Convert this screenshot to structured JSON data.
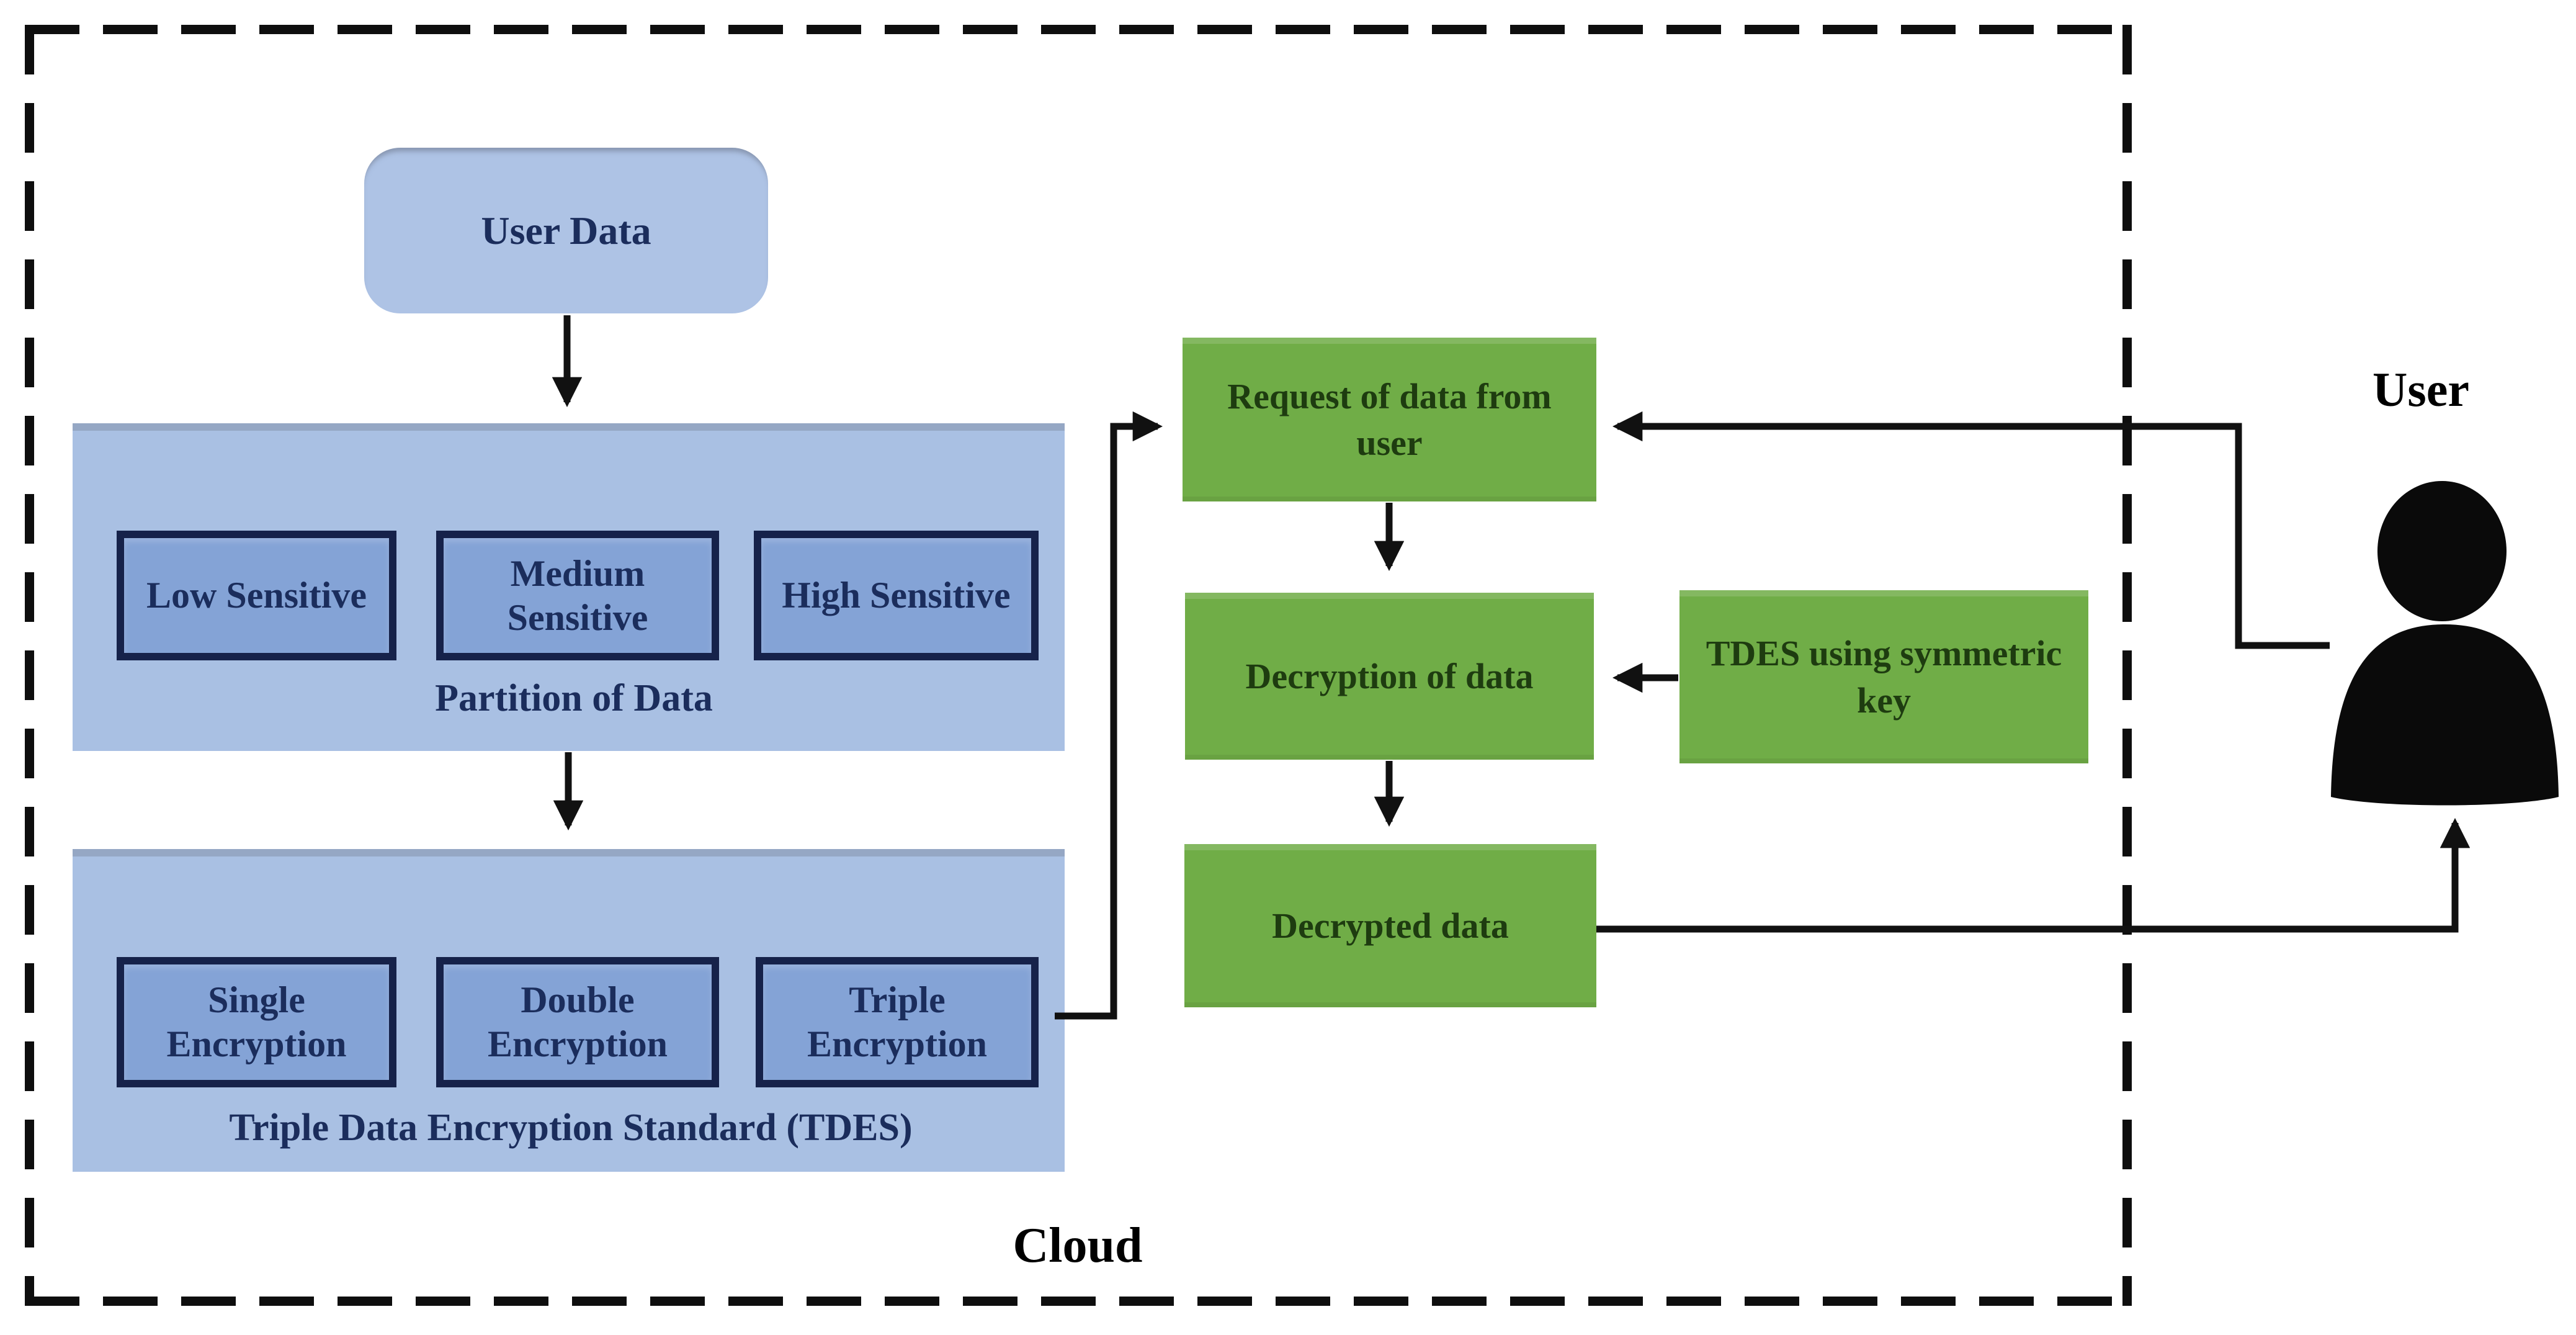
{
  "labels": {
    "cloud": "Cloud",
    "user": "User"
  },
  "nodes": {
    "user_data": "User Data",
    "partition": {
      "title": "Partition of Data",
      "items": [
        "Low Sensitive",
        "Medium Sensitive",
        "High Sensitive"
      ]
    },
    "tdes": {
      "title": "Triple Data Encryption Standard (TDES)",
      "items": [
        "Single Encryption",
        "Double Encryption",
        "Triple Encryption"
      ]
    },
    "request": "Request of data from user",
    "decryption": "Decryption of data",
    "tdes_key": "TDES using symmetric key",
    "decrypted": "Decrypted data"
  },
  "colors": {
    "rounded_blue_fill": "#aec3e5",
    "container_blue_fill": "#a9c0e3",
    "inner_blue_fill": "#84a3d6",
    "inner_blue_border": "#16224a",
    "blue_text": "#1b2d5c",
    "green_fill": "#70ad47",
    "green_text": "#1e3c10",
    "line_black": "#111111"
  }
}
